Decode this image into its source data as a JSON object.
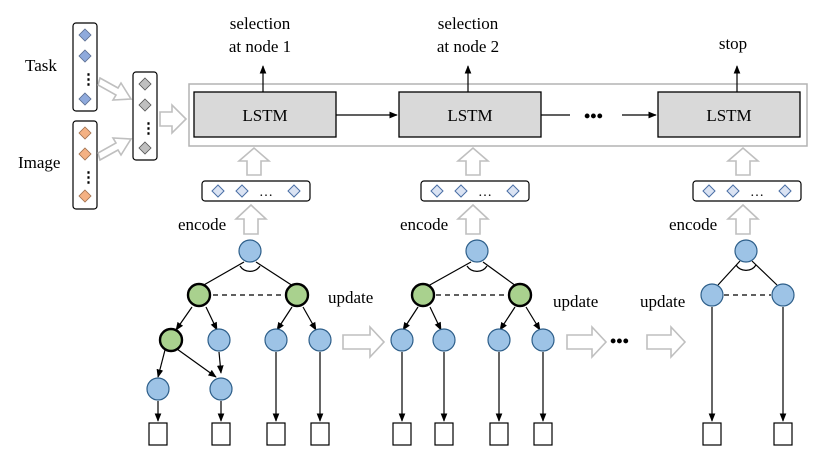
{
  "labels": {
    "task": "Task",
    "image": "Image",
    "lstm": "LSTM",
    "encode": "encode",
    "update": "update",
    "selection_line1": "selection",
    "selection_node1_line2": "at node 1",
    "selection_node2_line2": "at node 2",
    "stop": "stop",
    "ellipsis": "•••",
    "vector_ellipsis": "…",
    "vertical_dots": "⋮"
  },
  "colors": {
    "tree_node": "#9dc3e6",
    "selected_node": "#a9d18e",
    "task_embedding": "#8faadc",
    "image_embedding": "#f4b183",
    "lstm_cell": "#d9d9d9"
  }
}
